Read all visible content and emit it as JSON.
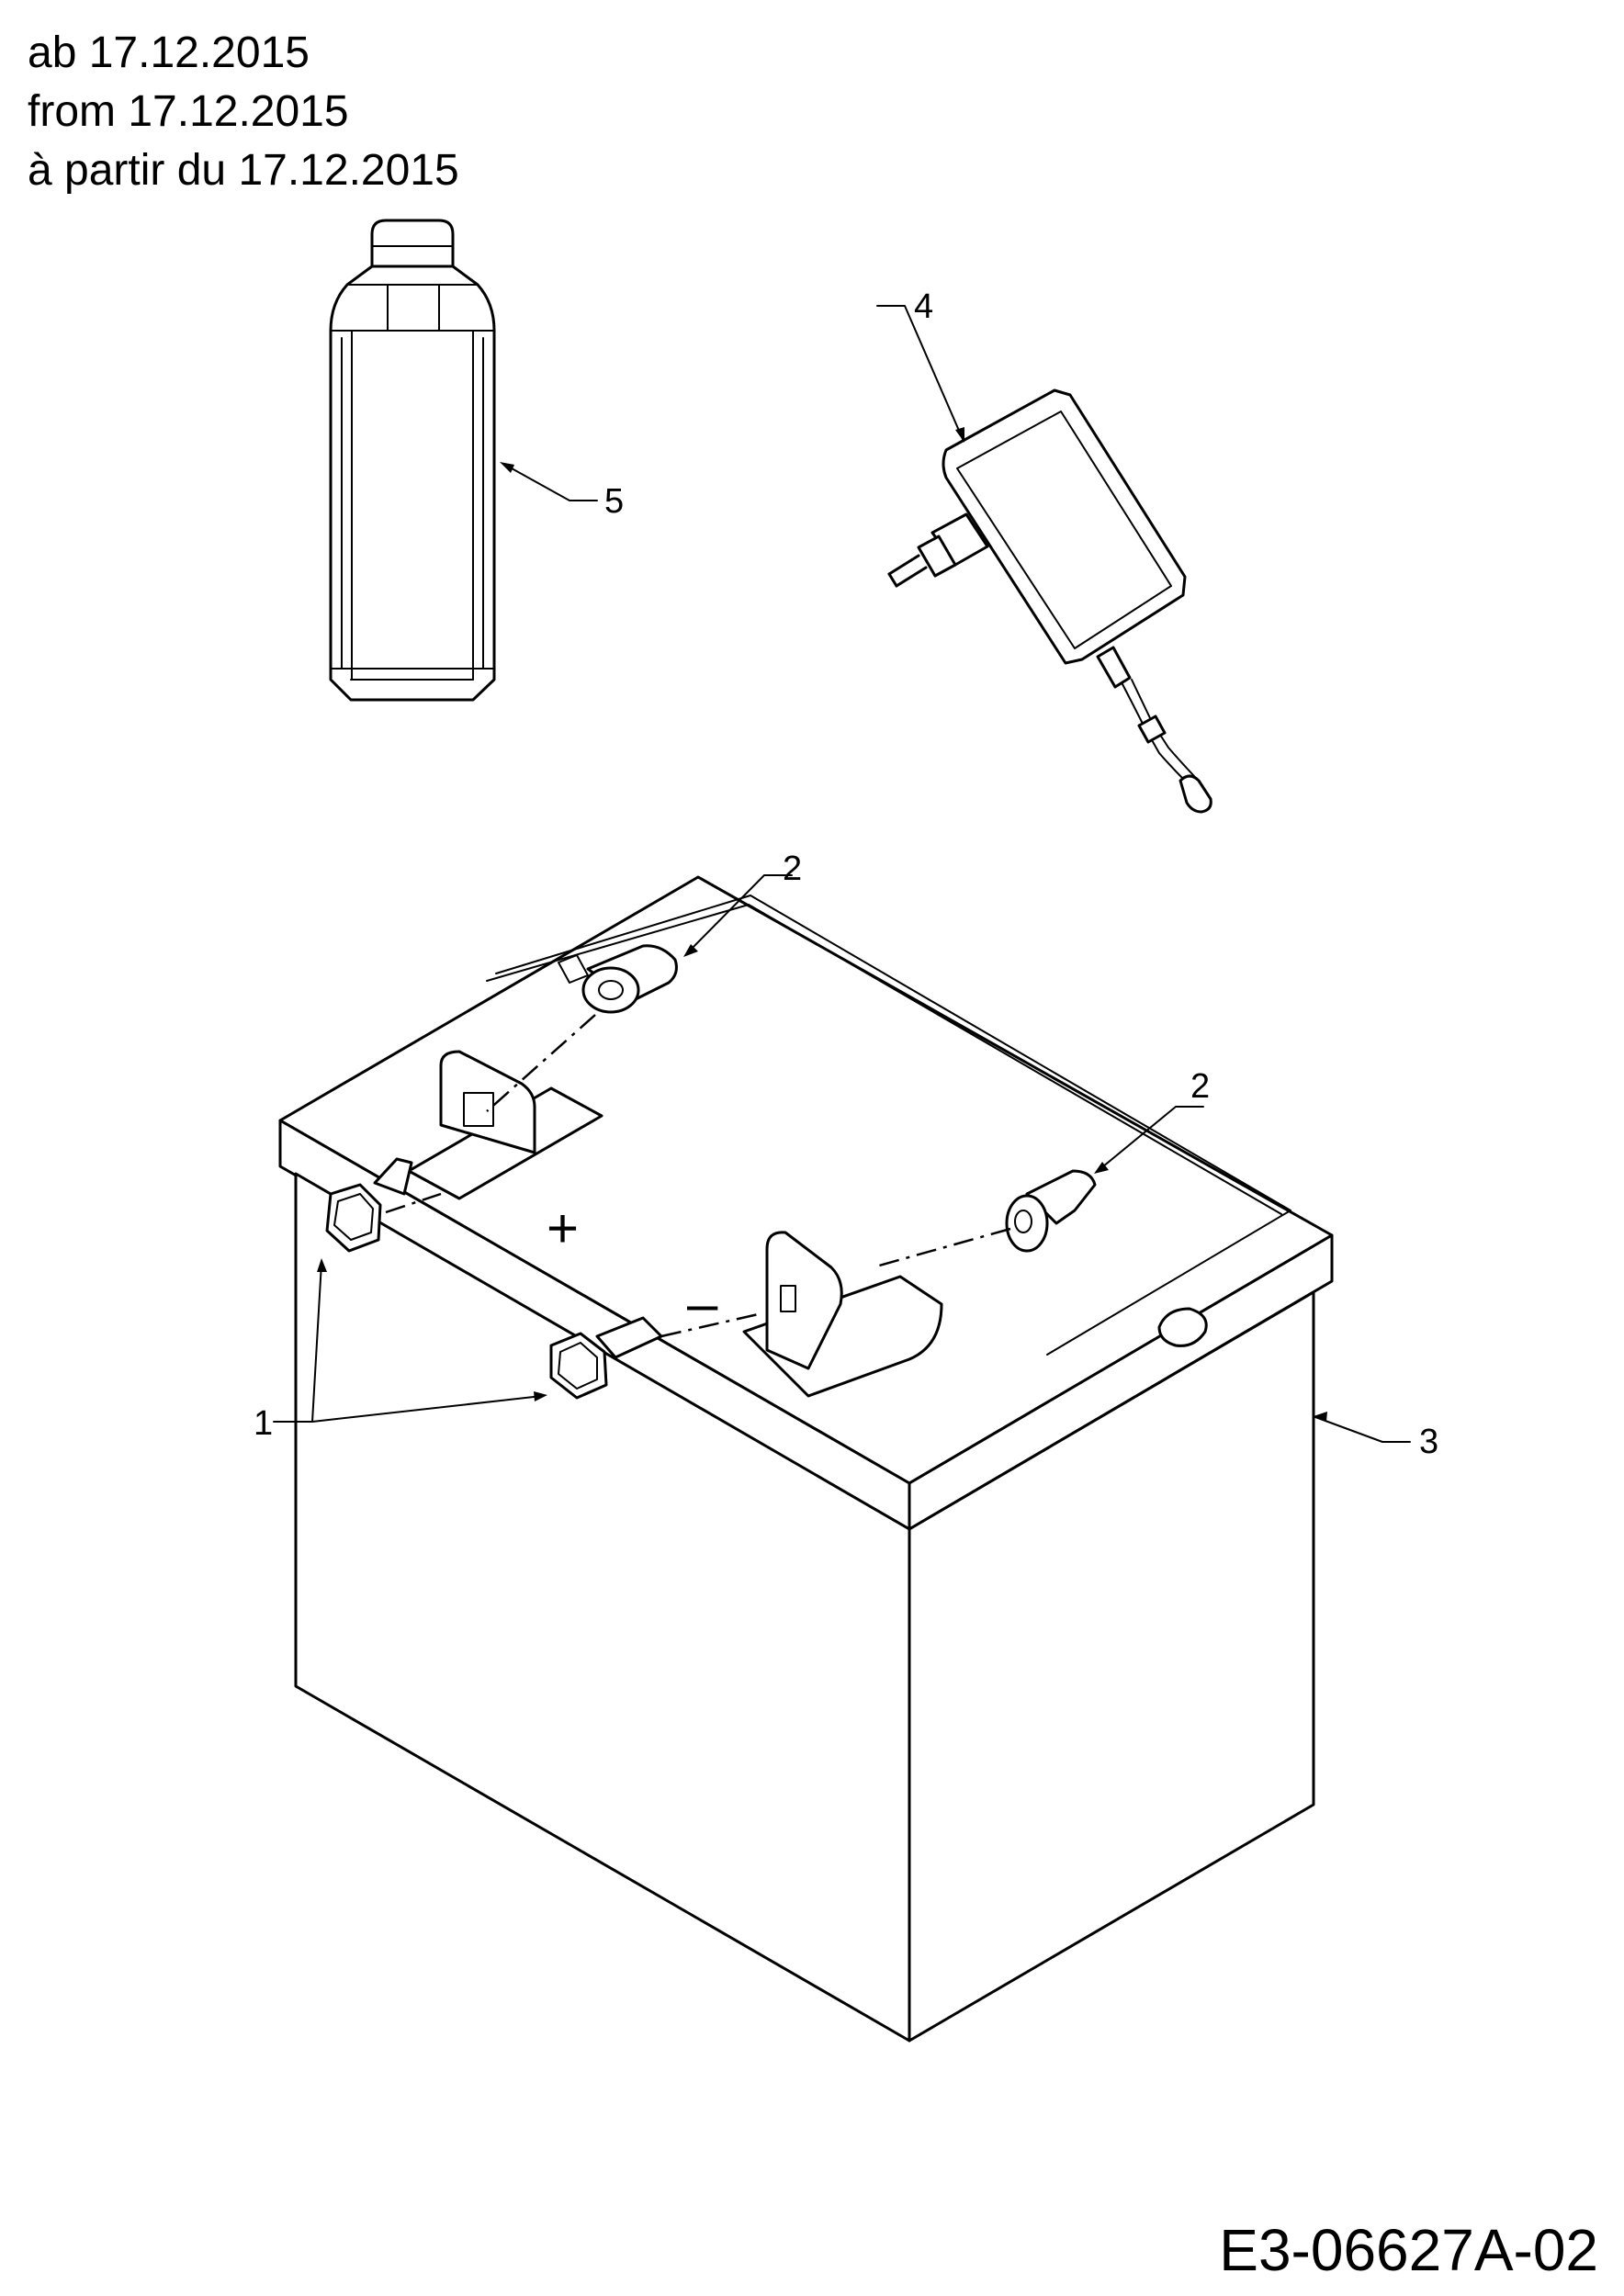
{
  "header": {
    "validity_de": "ab 17.12.2015",
    "validity_en": "from 17.12.2015",
    "validity_fr": "à partir du 17.12.2015"
  },
  "drawing": {
    "callouts": {
      "bolts": "1",
      "terminal_cover_left": "2",
      "terminal_cover_right": "2",
      "battery": "3",
      "charger": "4",
      "acid_bottle": "5"
    },
    "terminal_signs": {
      "positive": "+",
      "negative": "–"
    }
  },
  "footer": {
    "document_id": "E3-06627A-02"
  }
}
